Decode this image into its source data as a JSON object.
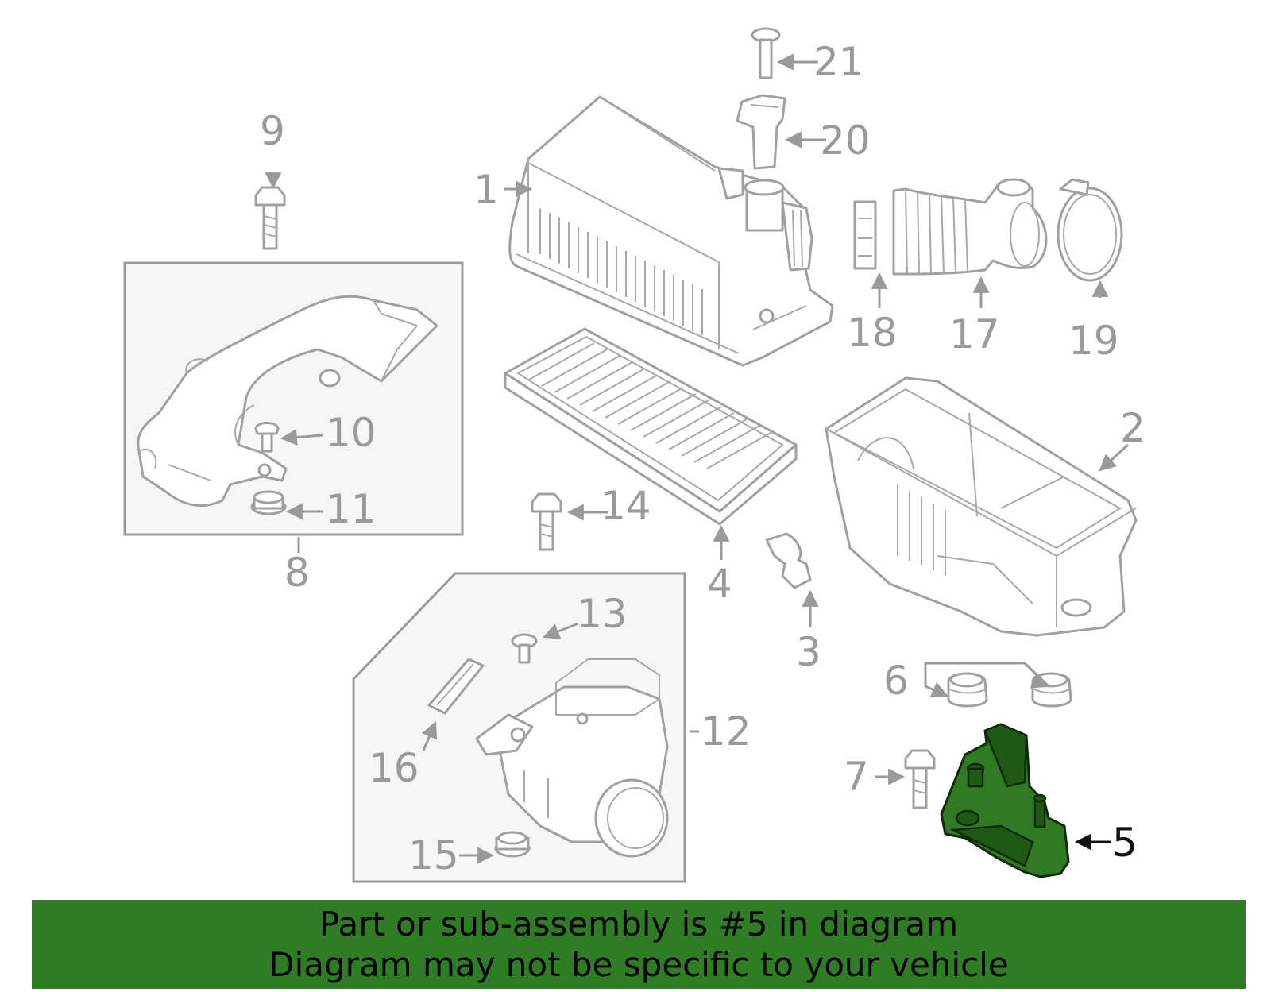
{
  "diagram": {
    "labels": {
      "p1": "1",
      "p2": "2",
      "p3": "3",
      "p4": "4",
      "p5": "5",
      "p6": "6",
      "p7": "7",
      "p8": "8",
      "p9": "9",
      "p10": "10",
      "p11": "11",
      "p12": "12",
      "p13": "13",
      "p14": "14",
      "p15": "15",
      "p16": "16",
      "p17": "17",
      "p18": "18",
      "p19": "19",
      "p20": "20",
      "p21": "21"
    },
    "highlighted_part": "5",
    "highlight_color": "#2e7d25"
  },
  "banner": {
    "line1": "Part or sub-assembly is #5 in diagram",
    "line2": "Diagram may not be specific to your vehicle",
    "background": "#2e7d25"
  }
}
